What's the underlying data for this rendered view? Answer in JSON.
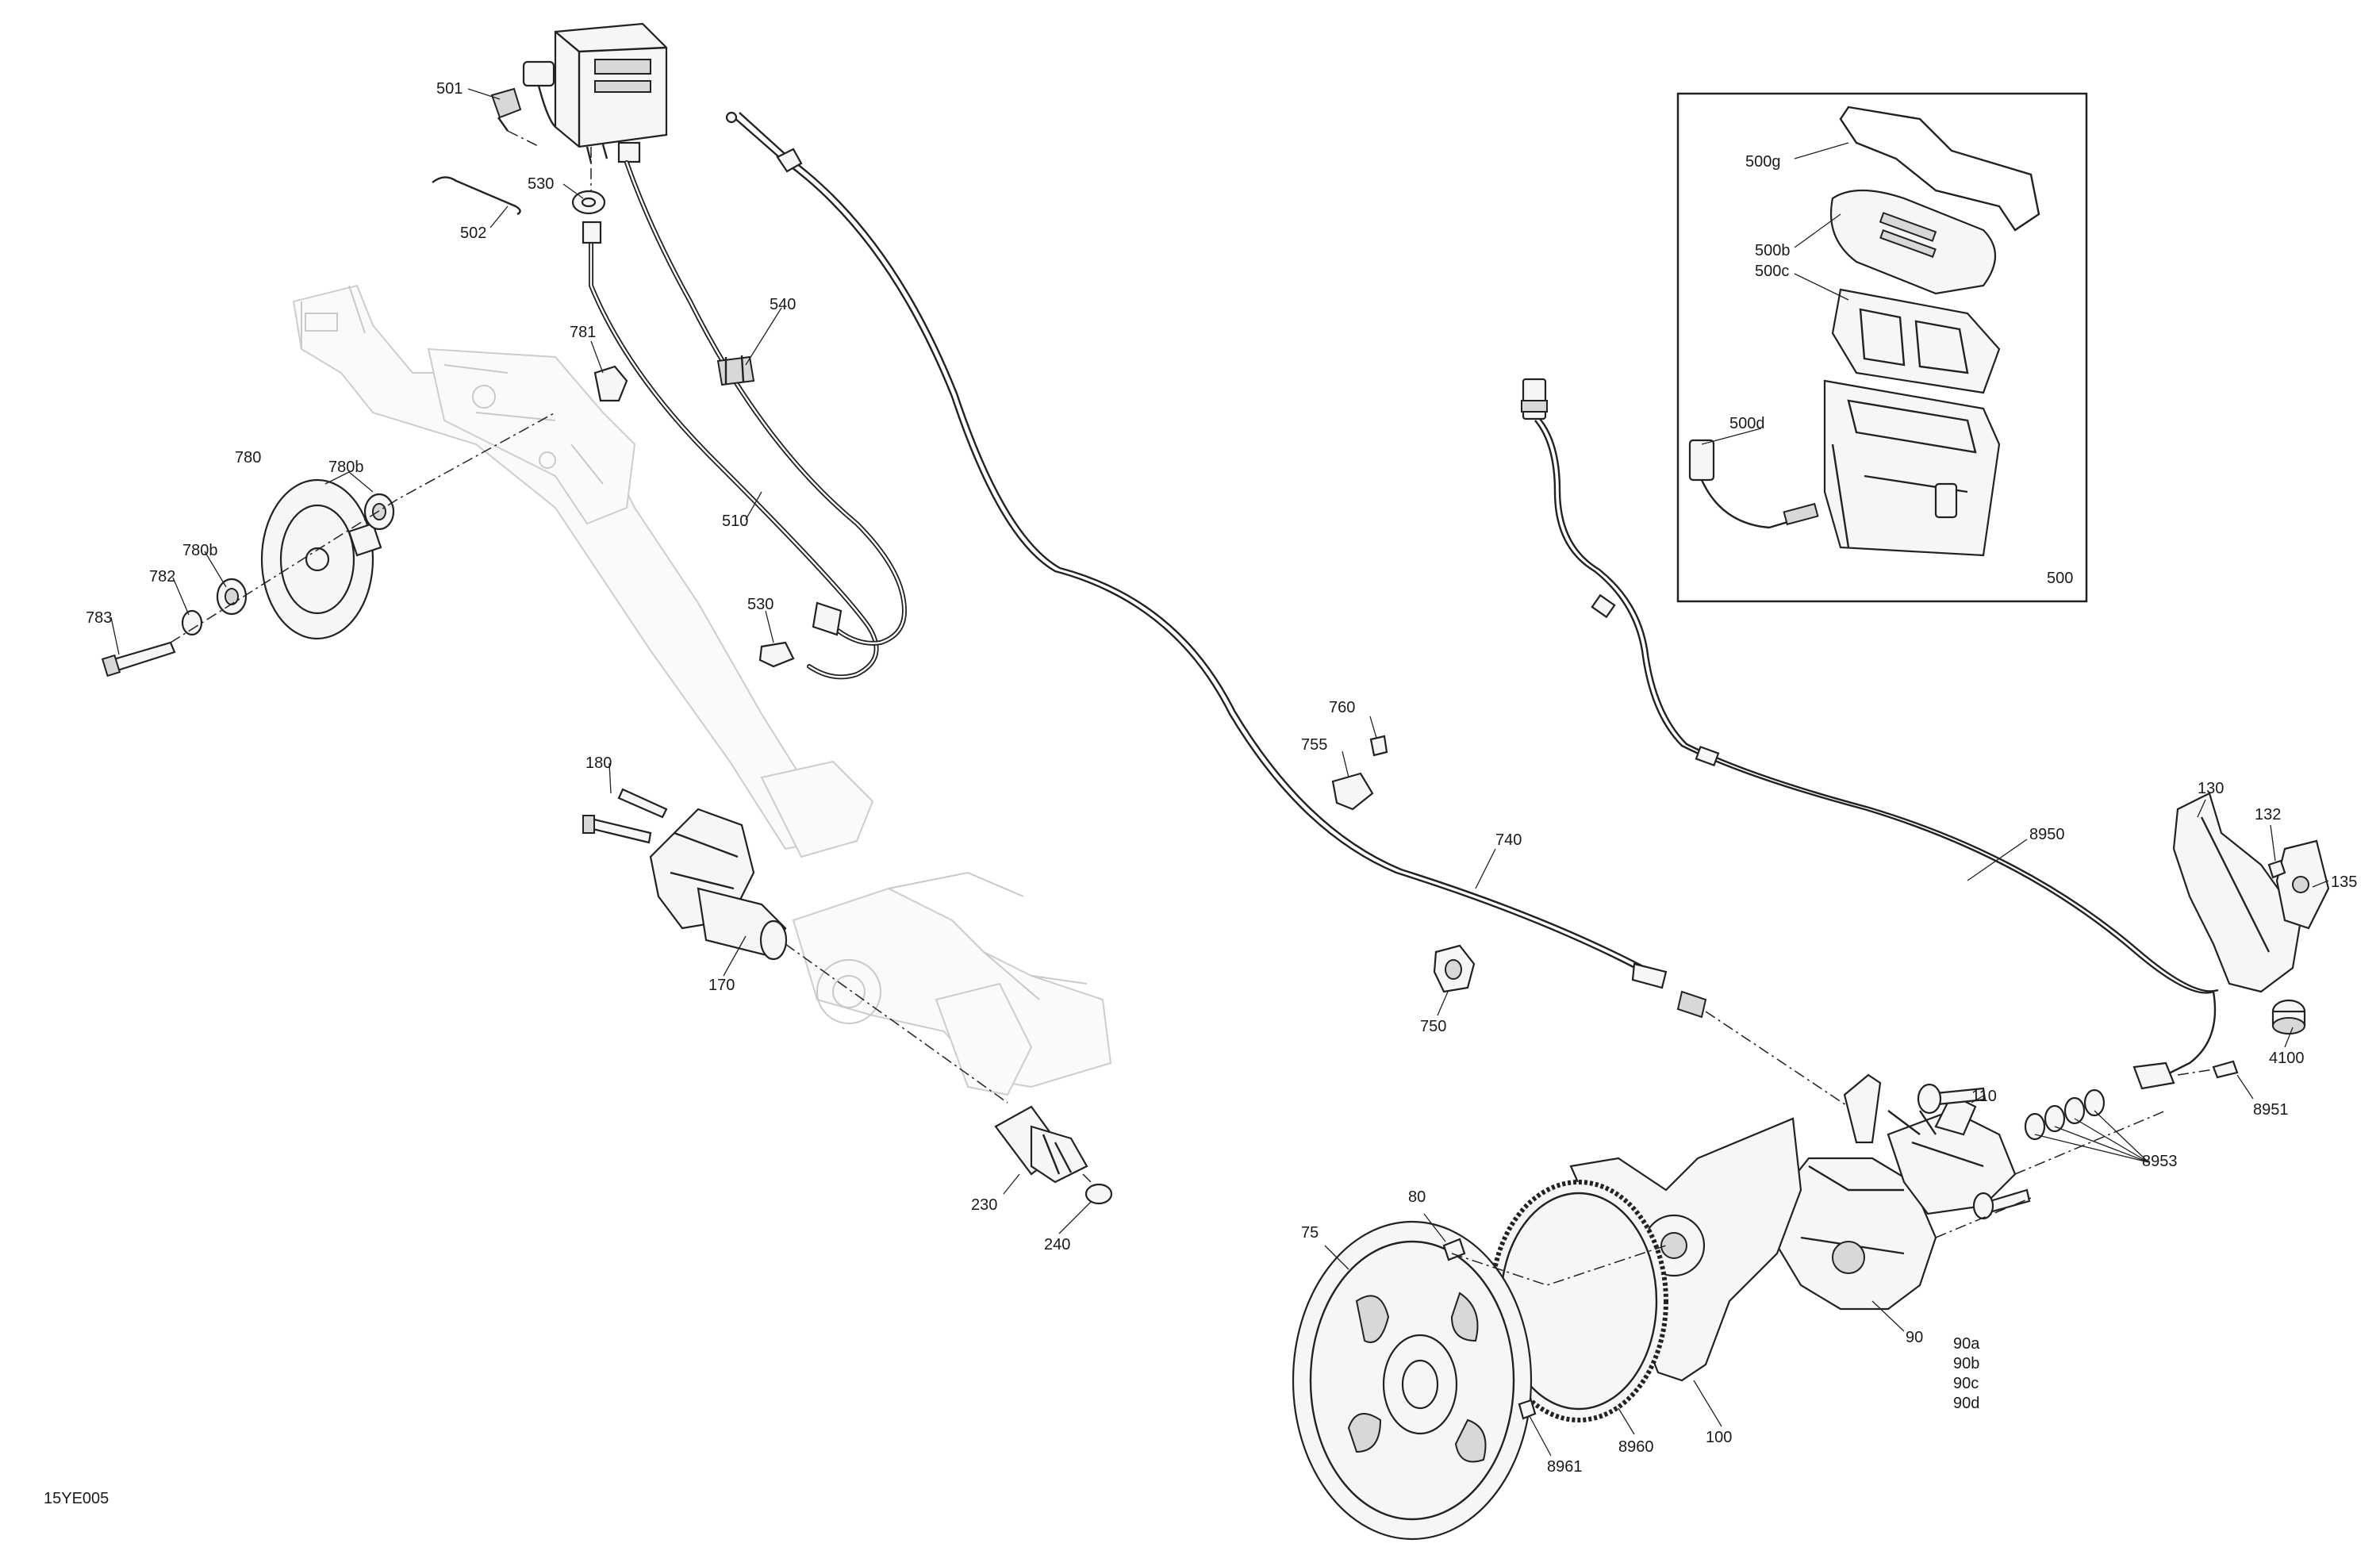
{
  "figure_code": "15YE005",
  "inset_label": "500",
  "callouts": {
    "c501": "501",
    "c502": "502",
    "c530a": "530",
    "c530b": "530",
    "c540": "540",
    "c510": "510",
    "c781": "781",
    "c780": "780",
    "c780b_a": "780b",
    "c780b_b": "780b",
    "c782": "782",
    "c783": "783",
    "c180": "180",
    "c170": "170",
    "c230": "230",
    "c240": "240",
    "c760": "760",
    "c755": "755",
    "c740": "740",
    "c750": "750",
    "c8950": "8950",
    "c130": "130",
    "c132": "132",
    "c135": "135",
    "c4100": "4100",
    "c8951": "8951",
    "c8953": "8953",
    "c110": "110",
    "c80": "80",
    "c75": "75",
    "c8960": "8960",
    "c8961": "8961",
    "c100": "100",
    "c90": "90",
    "c90a": "90a",
    "c90b": "90b",
    "c90c": "90c",
    "c90d": "90d",
    "c500g": "500g",
    "c500b": "500b",
    "c500c": "500c",
    "c500d": "500d"
  },
  "icons": {
    "module": "hydraulic-module-icon",
    "caliper": "brake-caliper-icon",
    "disc": "brake-disc-icon"
  }
}
